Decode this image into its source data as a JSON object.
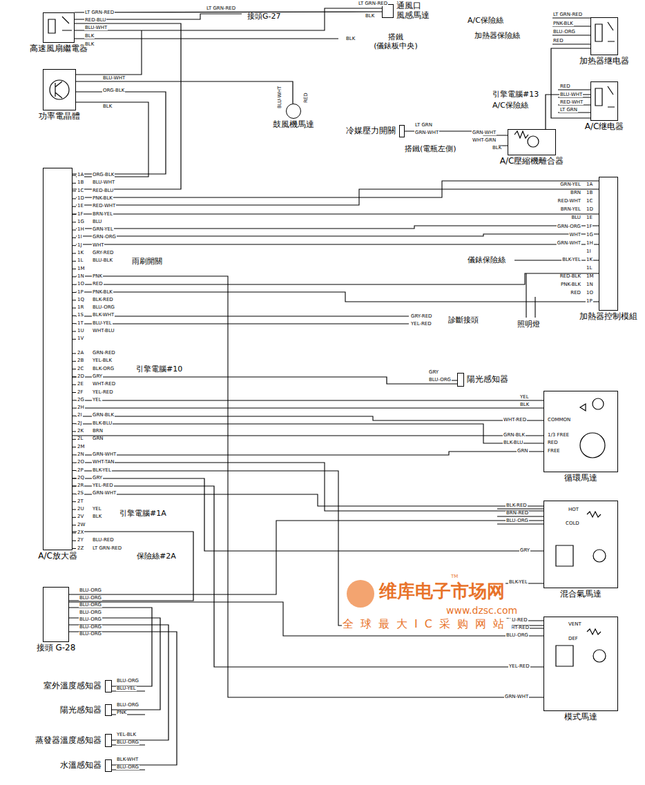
{
  "diagram": {
    "nodes": [
      {
        "text": [
          "高速風扇繼電器"
        ]
      },
      {
        "text": [
          "功率電晶體"
        ]
      },
      {
        "text": [
          "A/C放大器"
        ]
      },
      {
        "text": [
          "通風口 風感馬達"
        ]
      },
      {
        "text": [
          "鼓風機馬達"
        ]
      },
      {
        "text": [
          "加热器继电器"
        ]
      },
      {
        "text": [
          "A/C继电器"
        ]
      },
      {
        "text": [
          "A/C壓縮機離合器"
        ]
      },
      {
        "text": [
          "加熱器控制模組"
        ]
      },
      {
        "text": [
          "循環馬達"
        ]
      },
      {
        "text": [
          "混合氣馬達"
        ]
      },
      {
        "text": [
          "模式馬達"
        ]
      },
      {
        "text": [
          "接頭 G-28"
        ]
      },
      {
        "text": [
          "室外溫度感知器"
        ]
      },
      {
        "text": [
          "陽光感知器"
        ]
      },
      {
        "text": [
          "蒸發器溫度感知器"
        ]
      },
      {
        "text": [
          "水溫感知器"
        ]
      },
      {
        "text": [
          "陽光感知器"
        ]
      },
      {
        "text": [
          "冷媒壓力開關"
        ]
      }
    ],
    "edges": [
      {
        "from": 2,
        "to": 1,
        "arrow": "none"
      },
      {
        "from": 2,
        "to": 0,
        "arrow": "none"
      },
      {
        "from": 2,
        "to": 8,
        "arrow": "none"
      },
      {
        "from": 2,
        "to": 9,
        "arrow": "none"
      },
      {
        "from": 2,
        "to": 10,
        "arrow": "none"
      },
      {
        "from": 2,
        "to": 11,
        "arrow": "none"
      },
      {
        "from": 2,
        "to": 12,
        "arrow": "none"
      },
      {
        "from": 12,
        "to": 13,
        "arrow": "none"
      },
      {
        "from": 12,
        "to": 14,
        "arrow": "none"
      },
      {
        "from": 12,
        "to": 15,
        "arrow": "none"
      },
      {
        "from": 12,
        "to": 16,
        "arrow": "none"
      },
      {
        "from": 2,
        "to": 17,
        "arrow": "none"
      },
      {
        "from": 5,
        "to": 6,
        "arrow": "none"
      },
      {
        "from": 6,
        "to": 7,
        "arrow": "none"
      },
      {
        "from": 18,
        "to": 7,
        "arrow": "none"
      },
      {
        "from": 1,
        "to": 4,
        "arrow": "none"
      },
      {
        "from": 0,
        "to": 3,
        "arrow": "none"
      }
    ],
    "labels": [
      "LT GRN-RED",
      "RED-BLU",
      "BLU-WHT",
      "BLK",
      "BLK",
      "LT GRN-RED",
      "接頭G-27",
      "LT GRN-RED",
      "BLK",
      "BLK",
      "搭鐵 (儀錶板中央)",
      "BLU-WHT",
      "ORG-BLK",
      "BLK",
      "BLU-WHT",
      "RED",
      "A/C保險絲",
      "加熱器保險絲",
      "LT GRN-RED",
      "PNK-BLK",
      "BLU-ORG",
      "RED",
      "引擎電腦#13",
      "A/C保險絲",
      "RED",
      "BLU-WHT",
      "RED-WHT",
      "LT GRN",
      "LT GRN",
      "GRN-WHT",
      "GRN-WHT",
      "WHT-GRN",
      "BLK",
      "搭鐵(電瓶左側)",
      "1A",
      "ORG-BLK",
      "1B",
      "BLU-WHT",
      "1C",
      "RED-BLU",
      "1D",
      "PNK-BLK",
      "1E",
      "RED-WHT",
      "1F",
      "BRN-YEL",
      "1G",
      "BLU",
      "1H",
      "GRN-YEL",
      "1I",
      "GRN-ORG",
      "1J",
      "WHT",
      "1K",
      "GRY-RED",
      "1L",
      "BLU-BLK",
      "1M",
      "1N",
      "PNK",
      "1O",
      "RED",
      "1P",
      "PNK-BLK",
      "1Q",
      "BLK-RED",
      "1R",
      "BLU-ORG",
      "1S",
      "BLK-WHT",
      "1T",
      "BLU-YEL",
      "1U",
      "WHT-BLU",
      "1V",
      "2A",
      "GRN-RED",
      "2B",
      "YEL-BLK",
      "2C",
      "BLK-ORG",
      "2D",
      "GRY",
      "2E",
      "WHT-RED",
      "2F",
      "YEL-RED",
      "2G",
      "YEL",
      "2H",
      "2I",
      "GRN-BLK",
      "2J",
      "BLK-BLU",
      "2K",
      "BRN",
      "2L",
      "GRN",
      "2M",
      "2N",
      "GRN-WHT",
      "2O",
      "WHT-TAN",
      "2P",
      "BLK-YEL",
      "2Q",
      "GRY",
      "2R",
      "YEL-RED",
      "2S",
      "GRN-WHT",
      "2T",
      "2U",
      "YEL",
      "2V",
      "BLK",
      "2W",
      "2X",
      "2Y",
      "BLU-RED",
      "2Z",
      "LT GRN-RED",
      "1A",
      "GRN-YEL",
      "1B",
      "BRN",
      "1C",
      "RED-WHT",
      "1D",
      "BRN-YEL",
      "1E",
      "BLU",
      "1F",
      "GRN-ORG",
      "1G",
      "WHT",
      "1H",
      "GRN-WHT",
      "1I",
      "1K",
      "BLK-YEL",
      "1L",
      "1M",
      "RED-BLK",
      "1N",
      "PNK-BLK",
      "1O",
      "RED",
      "1P",
      "雨刷開關",
      "引擎電腦#10",
      "引擎電腦#1A",
      "保險絲#2A",
      "GRY-RED",
      "YEL-RED",
      "診斷接頭",
      "儀錶保險絲",
      "照明燈",
      "GRY",
      "BLU-ORG",
      "YEL",
      "BLK",
      "WHT-RED",
      "COMMON",
      "GRN-BLK",
      "1/3 FREE",
      "BLK-BLU",
      "RED",
      "GRN",
      "FREE",
      "BLK-RED",
      "BRN-RED",
      "BLU-ORG",
      "HOT",
      "COLD",
      "GRY",
      "BLK-YEL",
      "BLU-RED",
      "WHT-RED",
      "BLU-ORG",
      "VENT",
      "DEF",
      "YEL-RED",
      "GRN-WHT",
      "BLU-ORG",
      "BLU-ORG",
      "BLU-ORG",
      "BLU-ORG",
      "BLU-ORG",
      "BLU-ORG",
      "BLU-ORG",
      "BLU-ORG",
      "BLU-YEL",
      "BLU-ORG",
      "PNK",
      "YEL-BLK",
      "BLU-ORG",
      "BLK-WHT",
      "BLU-ORG",
      "TM",
      "维库电子市场网",
      "www.dzsc.com",
      "全球最大IC采购网站"
    ]
  }
}
